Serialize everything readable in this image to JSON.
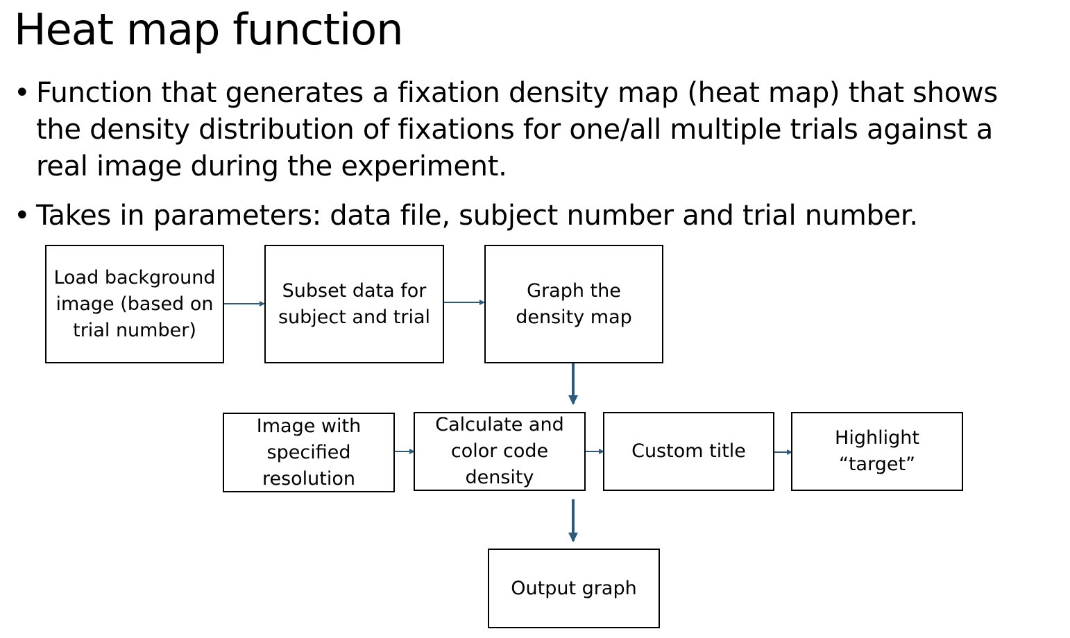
{
  "title": "Heat map function",
  "bullets": [
    "Function that generates a fixation density map (heat map) that shows the density distribution of fixations for one/all multiple trials against a real image during the experiment.",
    "Takes in parameters: data file, subject number and trial number."
  ],
  "flowchart": {
    "nodes": {
      "load_background": "Load background image (based on trial number)",
      "subset_data": "Subset data for subject and trial",
      "graph_density": "Graph the density map",
      "image_resolution": "Image with specified resolution",
      "calculate_color": "Calculate and color code density",
      "custom_title": "Custom title",
      "highlight_target": "Highlight “target”",
      "output_graph": "Output graph"
    },
    "edges": [
      [
        "load_background",
        "subset_data"
      ],
      [
        "subset_data",
        "graph_density"
      ],
      [
        "graph_density",
        "calculate_color"
      ],
      [
        "image_resolution",
        "calculate_color"
      ],
      [
        "calculate_color",
        "custom_title"
      ],
      [
        "custom_title",
        "highlight_target"
      ],
      [
        "calculate_color",
        "output_graph"
      ]
    ]
  },
  "colors": {
    "arrow": "#2e5a7c",
    "box_border": "#000000"
  }
}
